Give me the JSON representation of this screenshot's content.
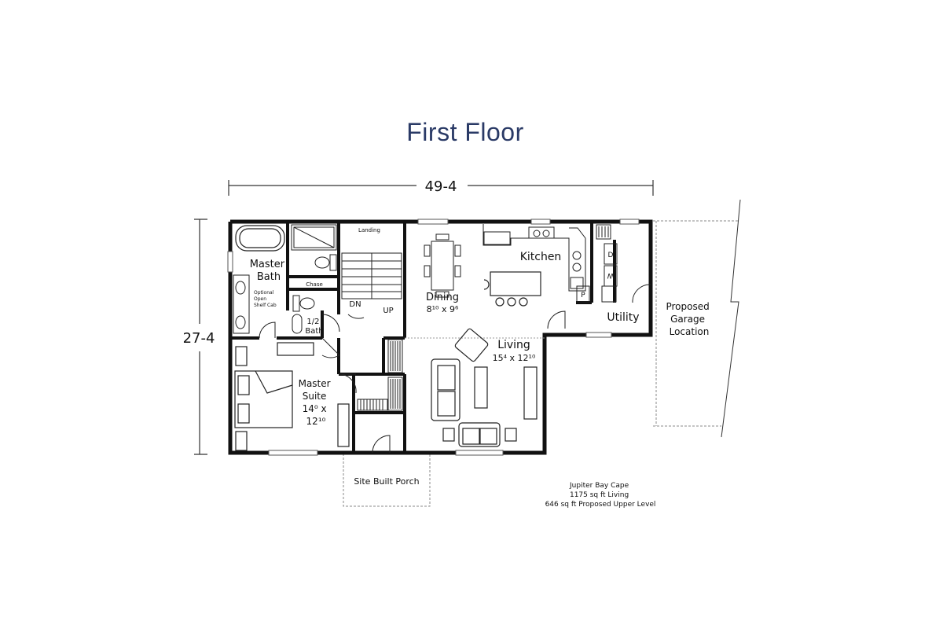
{
  "title": "First Floor",
  "dimensions": {
    "width": "49-4",
    "depth": "27-4"
  },
  "rooms": {
    "master_bath": [
      "Master",
      "Bath"
    ],
    "landing": "Landing",
    "chase": "Chase",
    "optional_cab": [
      "Optional",
      "Open",
      "Shelf Cab"
    ],
    "half_bath": [
      "1/2",
      "Bath"
    ],
    "dn": "DN",
    "up": "UP",
    "dining": "Dining",
    "dining_size": "8¹⁰ x 9⁶",
    "kitchen": "Kitchen",
    "pantry": "P",
    "utility": "Utility",
    "dryer": "D",
    "washer": "W",
    "living": "Living",
    "living_size": "15⁴ x 12¹⁰",
    "master_suite": [
      "Master",
      "Suite",
      "14⁰ x",
      "12¹⁰"
    ],
    "garage": [
      "Proposed",
      "Garage",
      "Location"
    ],
    "porch": "Site Built Porch"
  },
  "notes": [
    "Jupiter Bay Cape",
    "1175 sq ft Living",
    "646 sq ft Proposed Upper Level"
  ],
  "colors": {
    "title": "#2a3a66",
    "wall": "#111111",
    "dashed": "#888888"
  }
}
